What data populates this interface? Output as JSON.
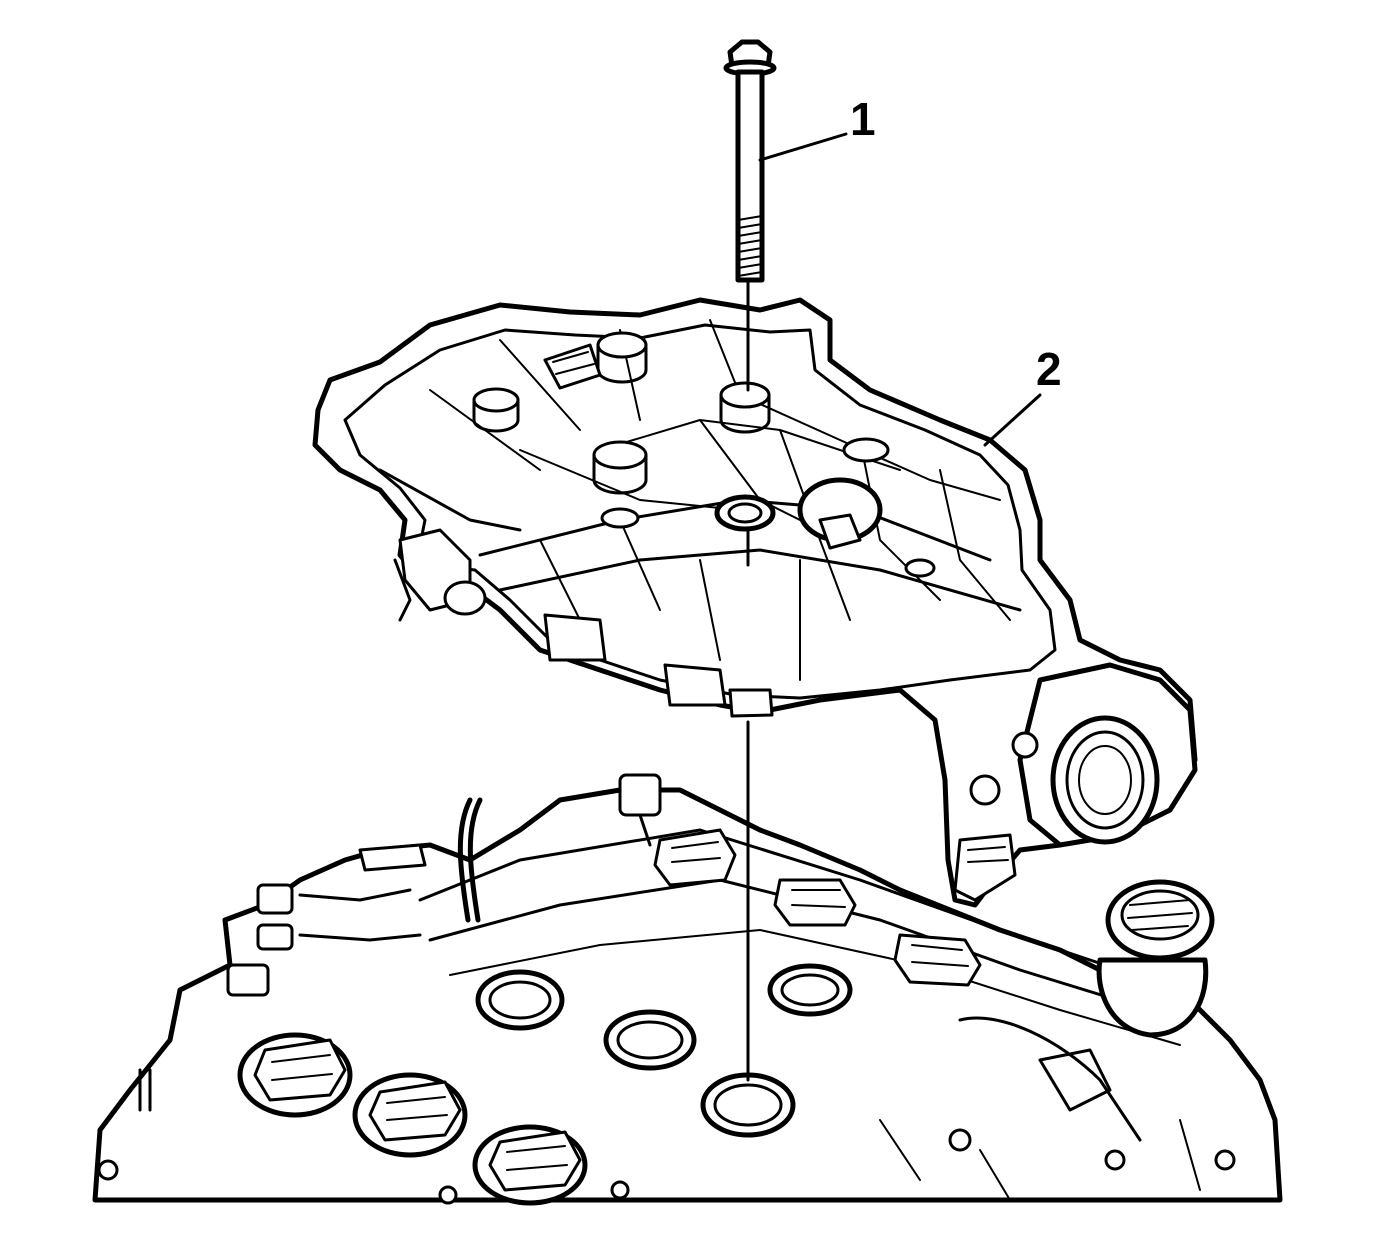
{
  "diagram": {
    "callouts": [
      {
        "id": "1",
        "label": "1",
        "part": "bolt"
      },
      {
        "id": "2",
        "label": "2",
        "part": "intake-manifold"
      }
    ],
    "colors": {
      "ink": "#000000",
      "paper": "#ffffff"
    }
  }
}
